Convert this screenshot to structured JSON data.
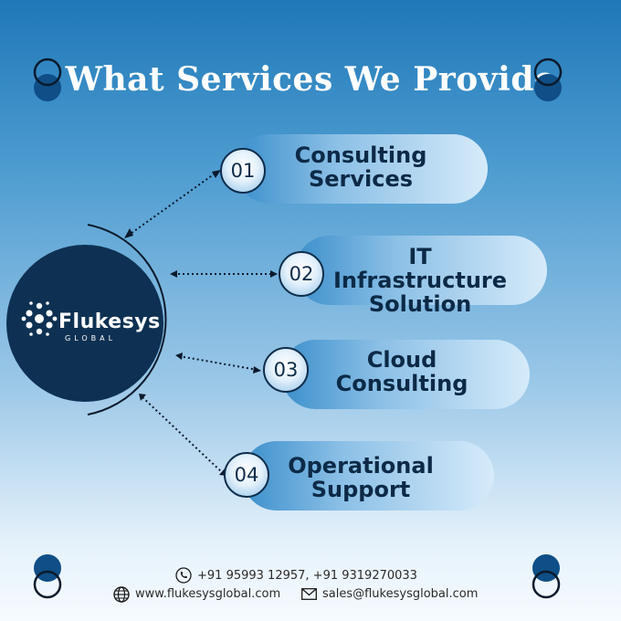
{
  "title": "What Services We Provide",
  "brand": {
    "name": "Flukesys",
    "tagline": "GLOBAL"
  },
  "services": [
    {
      "number": "01",
      "line1": "Consulting",
      "line2": "Services"
    },
    {
      "number": "02",
      "line1": "IT Infrastructure",
      "line2": "Solution"
    },
    {
      "number": "03",
      "line1": "Cloud",
      "line2": "Consulting"
    },
    {
      "number": "04",
      "line1": "Operational",
      "line2": "Support"
    }
  ],
  "contact": {
    "phone": "+91 95993 12957, +91 9319270033",
    "website": "www.flukesysglobal.com",
    "email": "sales@flukesysglobal.com"
  },
  "icons": {
    "phone": "phone-icon",
    "website": "globe-icon",
    "email": "mail-icon"
  },
  "colors": {
    "navy": "#0e3153",
    "text_dark": "#0c2a47",
    "title": "#ffffff"
  }
}
